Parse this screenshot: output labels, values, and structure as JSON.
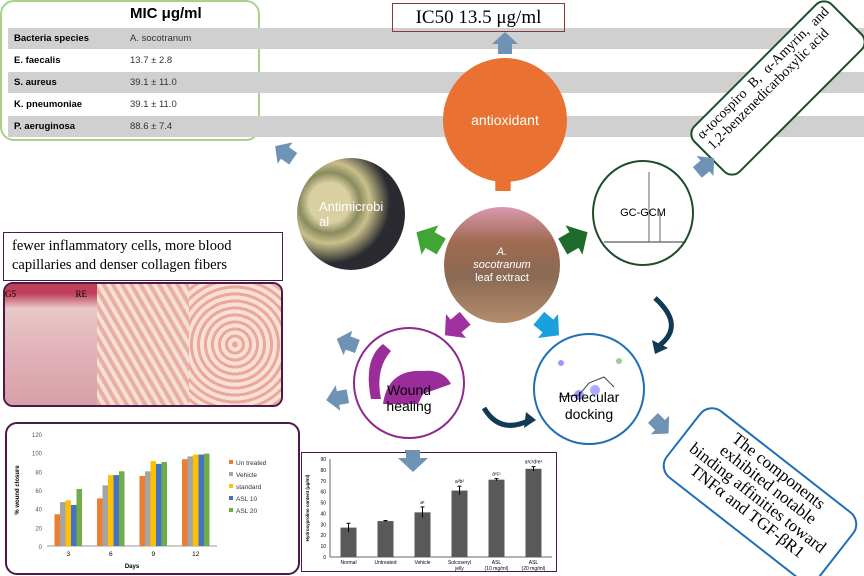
{
  "center": {
    "label_1": "A.",
    "label_2": "socotranum",
    "label_3": "leaf extract"
  },
  "antioxidant": {
    "label": "antioxidant",
    "ic50": "IC50 13.5 μg/ml"
  },
  "antimicrobial": {
    "label": "Antimicrobial"
  },
  "gcms": {
    "label": "GC-GCM",
    "compounds": "α-tocospiro B, α-Amyrin, and 1,2-benzenedicarboxylic acid"
  },
  "wound": {
    "label_1": "Wound",
    "label_2": "healing",
    "histology_text": "fewer inflammatory cells, more blood capillaries and denser collagen fibers",
    "histology_labels": [
      "G5",
      "RE"
    ]
  },
  "docking": {
    "label_1": "Molecular",
    "label_2": "docking",
    "result": "The components exhibited notable binding affinities toward TNFα and TGF-βR1"
  },
  "mic_table": {
    "title": "MIC μg/ml",
    "header": [
      "Bacteria species",
      "A. socotranum"
    ],
    "rows": [
      [
        "E. faecalis",
        "13.7 ± 2.8"
      ],
      [
        "S. aureus",
        "39.1 ± 11.0"
      ],
      [
        "K.  pneumoniae",
        "39.1 ± 11.0"
      ],
      [
        "P. aeruginosa",
        "88.6 ± 7.4"
      ]
    ]
  },
  "colors": {
    "antioxidant": "#E97132",
    "antimicrobial_arrow": "#3fa535",
    "gc_arrow": "#1e6b2b",
    "wound": "#8e2a8e",
    "docking": "#1f6fb5",
    "flow_arrow": "#6f93b5"
  },
  "chart_data": [
    {
      "type": "bar",
      "title": "",
      "xlabel": "Days",
      "ylabel": "% wound closure",
      "ylim": [
        0,
        120
      ],
      "yticks": [
        0,
        20,
        40,
        60,
        80,
        100,
        120
      ],
      "categories": [
        "3",
        "6",
        "9",
        "12"
      ],
      "legend": "right",
      "series": [
        {
          "name": "Un treated",
          "color": "#ED7D31",
          "values": [
            34,
            51,
            75,
            93
          ]
        },
        {
          "name": "Vehicle",
          "color": "#A5A5A5",
          "values": [
            47,
            65,
            80,
            96
          ]
        },
        {
          "name": "standard",
          "color": "#FFC000",
          "values": [
            49,
            76,
            91,
            98
          ]
        },
        {
          "name": "ASL 10",
          "color": "#4472C4",
          "values": [
            44,
            76,
            88,
            98
          ]
        },
        {
          "name": "ASL 20",
          "color": "#70AD47",
          "values": [
            61,
            80,
            90,
            99
          ]
        }
      ]
    },
    {
      "type": "bar",
      "title": "",
      "xlabel": "",
      "ylabel": "Hydroxyproline content (μg/ml)",
      "ylim": [
        0,
        90
      ],
      "yticks": [
        0,
        10,
        20,
        30,
        40,
        50,
        60,
        70,
        80,
        90
      ],
      "categories": [
        "Normal",
        "Untreated",
        "Vehicle",
        "Solcoseryl jelly",
        "ASL (10 mg/ml)",
        "ASL (20 mg/ml)"
      ],
      "values": [
        27,
        33,
        41,
        61,
        71,
        81
      ],
      "errors": [
        4,
        0.5,
        5,
        4,
        1,
        2
      ],
      "annotations": [
        "",
        "",
        "a¹",
        "a²b²",
        "a²c¹",
        "a³c²d²e²"
      ],
      "color": "#595959"
    }
  ]
}
